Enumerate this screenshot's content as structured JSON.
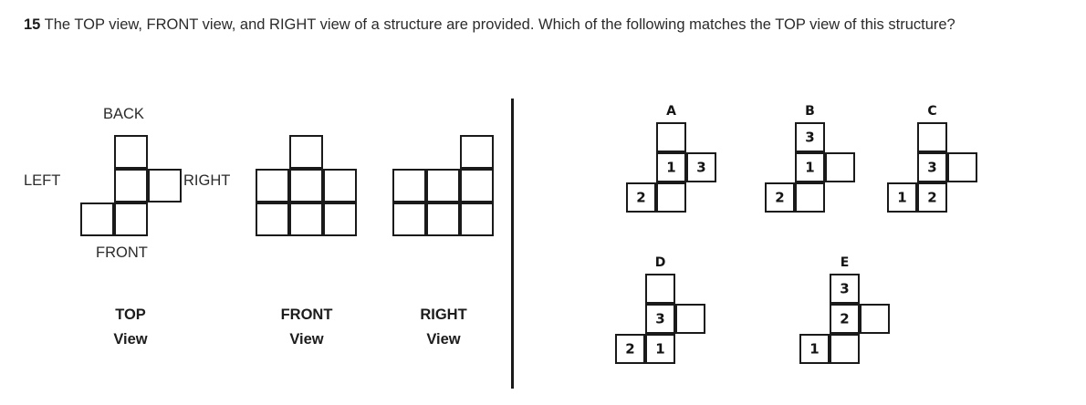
{
  "question": {
    "number": "15",
    "text": "The TOP view, FRONT view, and RIGHT view of a structure are provided. Which of the following matches the TOP view of this structure?"
  },
  "left_panel": {
    "orientation_labels": {
      "back": "BACK",
      "left": "LEFT",
      "right": "RIGHT",
      "front": "FRONT"
    },
    "captions": [
      {
        "title": "TOP",
        "subtitle": "View"
      },
      {
        "title": "FRONT",
        "subtitle": "View"
      },
      {
        "title": "RIGHT",
        "subtitle": "View"
      }
    ],
    "figures": {
      "top_view": {
        "name": "TOP View",
        "cols": 3,
        "rows": 3,
        "cells": [
          {
            "r": 0,
            "c": 1,
            "num": ""
          },
          {
            "r": 1,
            "c": 1,
            "num": ""
          },
          {
            "r": 1,
            "c": 2,
            "num": ""
          },
          {
            "r": 2,
            "c": 0,
            "num": ""
          },
          {
            "r": 2,
            "c": 1,
            "num": ""
          }
        ]
      },
      "front_view": {
        "name": "FRONT View",
        "cols": 3,
        "rows": 3,
        "cells": [
          {
            "r": 0,
            "c": 1,
            "num": ""
          },
          {
            "r": 1,
            "c": 0,
            "num": ""
          },
          {
            "r": 1,
            "c": 1,
            "num": ""
          },
          {
            "r": 1,
            "c": 2,
            "num": ""
          },
          {
            "r": 2,
            "c": 0,
            "num": ""
          },
          {
            "r": 2,
            "c": 1,
            "num": ""
          },
          {
            "r": 2,
            "c": 2,
            "num": ""
          }
        ]
      },
      "right_view": {
        "name": "RIGHT View",
        "cols": 3,
        "rows": 3,
        "cells": [
          {
            "r": 0,
            "c": 2,
            "num": ""
          },
          {
            "r": 1,
            "c": 0,
            "num": ""
          },
          {
            "r": 1,
            "c": 1,
            "num": ""
          },
          {
            "r": 1,
            "c": 2,
            "num": ""
          },
          {
            "r": 2,
            "c": 0,
            "num": ""
          },
          {
            "r": 2,
            "c": 1,
            "num": ""
          },
          {
            "r": 2,
            "c": 2,
            "num": ""
          }
        ]
      }
    }
  },
  "options": [
    {
      "letter": "A",
      "cols": 3,
      "rows": 3,
      "cells": [
        {
          "r": 0,
          "c": 1,
          "num": ""
        },
        {
          "r": 1,
          "c": 1,
          "num": "1"
        },
        {
          "r": 1,
          "c": 2,
          "num": "3"
        },
        {
          "r": 2,
          "c": 0,
          "num": "2"
        },
        {
          "r": 2,
          "c": 1,
          "num": ""
        }
      ]
    },
    {
      "letter": "B",
      "cols": 3,
      "rows": 3,
      "cells": [
        {
          "r": 0,
          "c": 1,
          "num": "3"
        },
        {
          "r": 1,
          "c": 1,
          "num": "1"
        },
        {
          "r": 1,
          "c": 2,
          "num": ""
        },
        {
          "r": 2,
          "c": 0,
          "num": "2"
        },
        {
          "r": 2,
          "c": 1,
          "num": ""
        }
      ]
    },
    {
      "letter": "C",
      "cols": 3,
      "rows": 3,
      "cells": [
        {
          "r": 0,
          "c": 1,
          "num": ""
        },
        {
          "r": 1,
          "c": 1,
          "num": "3"
        },
        {
          "r": 1,
          "c": 2,
          "num": ""
        },
        {
          "r": 2,
          "c": 0,
          "num": "1"
        },
        {
          "r": 2,
          "c": 1,
          "num": "2"
        }
      ]
    },
    {
      "letter": "D",
      "cols": 3,
      "rows": 3,
      "cells": [
        {
          "r": 0,
          "c": 1,
          "num": ""
        },
        {
          "r": 1,
          "c": 1,
          "num": "3"
        },
        {
          "r": 1,
          "c": 2,
          "num": ""
        },
        {
          "r": 2,
          "c": 0,
          "num": "2"
        },
        {
          "r": 2,
          "c": 1,
          "num": "1"
        }
      ]
    },
    {
      "letter": "E",
      "cols": 3,
      "rows": 3,
      "cells": [
        {
          "r": 0,
          "c": 1,
          "num": "3"
        },
        {
          "r": 1,
          "c": 1,
          "num": "2"
        },
        {
          "r": 1,
          "c": 2,
          "num": ""
        },
        {
          "r": 2,
          "c": 0,
          "num": "1"
        },
        {
          "r": 2,
          "c": 1,
          "num": ""
        }
      ]
    }
  ],
  "style": {
    "ink": "#1a1a1a",
    "text": "#2b2b2b",
    "background": "#ffffff"
  }
}
